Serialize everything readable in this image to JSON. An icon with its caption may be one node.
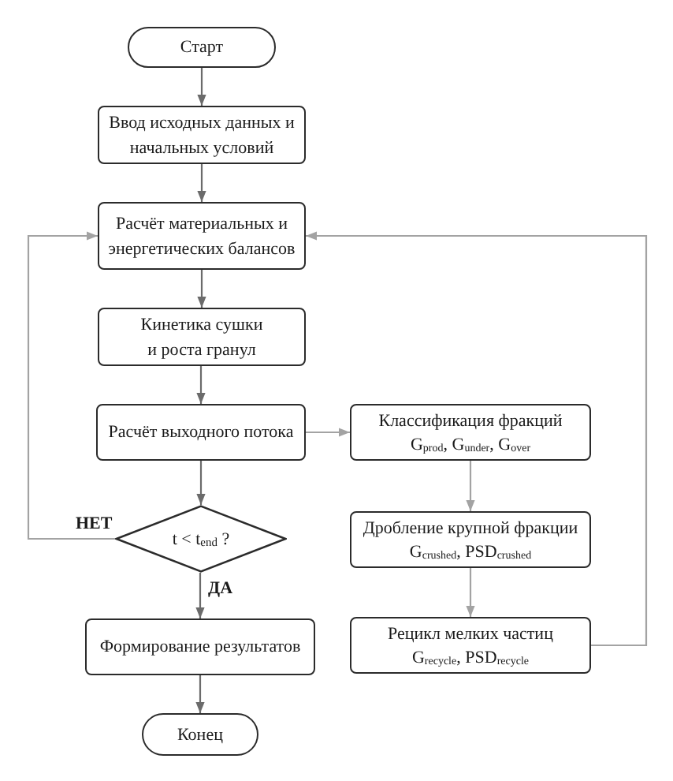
{
  "diagram": {
    "nodes": [
      {
        "text": [
          "Старт"
        ]
      },
      {
        "text": [
          "Ввод исходных данных и начальных условий"
        ]
      },
      {
        "text": [
          "Расчёт материальных и энергетических балансов"
        ]
      },
      {
        "text": [
          "Кинетика сушки и роста гранул"
        ]
      },
      {
        "text": [
          "Расчёт выходного потока"
        ]
      },
      {
        "text": [
          "t < t$_{end}$ ?"
        ]
      },
      {
        "text": [
          "Формирование результатов"
        ]
      },
      {
        "text": [
          "Конец"
        ]
      },
      {
        "text": [
          "Классификация фракций",
          "G$_{prod}$, G$_{under}$, G$_{over}$"
        ]
      },
      {
        "text": [
          "Дробление крупной фракции",
          "G$_{crushed}$, PSD$_{crushed}$"
        ]
      },
      {
        "text": [
          "Рецикл мелких частиц",
          "G$_{recycle}$, PSD$_{recycle}$"
        ]
      }
    ],
    "edges": [
      {
        "from": 0,
        "to": 1,
        "arrow": "to"
      },
      {
        "from": 1,
        "to": 2,
        "arrow": "to"
      },
      {
        "from": 2,
        "to": 3,
        "arrow": "to"
      },
      {
        "from": 3,
        "to": 4,
        "arrow": "to"
      },
      {
        "from": 4,
        "to": 5,
        "arrow": "to"
      },
      {
        "from": 5,
        "to": 6,
        "arrow": "to",
        "label": "ДА"
      },
      {
        "from": 5,
        "to": 2,
        "arrow": "to",
        "label": "НЕТ",
        "color": "#a3a3a3"
      },
      {
        "from": 6,
        "to": 7,
        "arrow": "to"
      },
      {
        "from": 4,
        "to": 8,
        "arrow": "to",
        "color": "#a3a3a3"
      },
      {
        "from": 8,
        "to": 9,
        "arrow": "to",
        "color": "#a3a3a3"
      },
      {
        "from": 9,
        "to": 10,
        "arrow": "to",
        "color": "#a3a3a3"
      },
      {
        "from": 10,
        "to": 2,
        "arrow": "to",
        "color": "#a3a3a3"
      }
    ]
  }
}
